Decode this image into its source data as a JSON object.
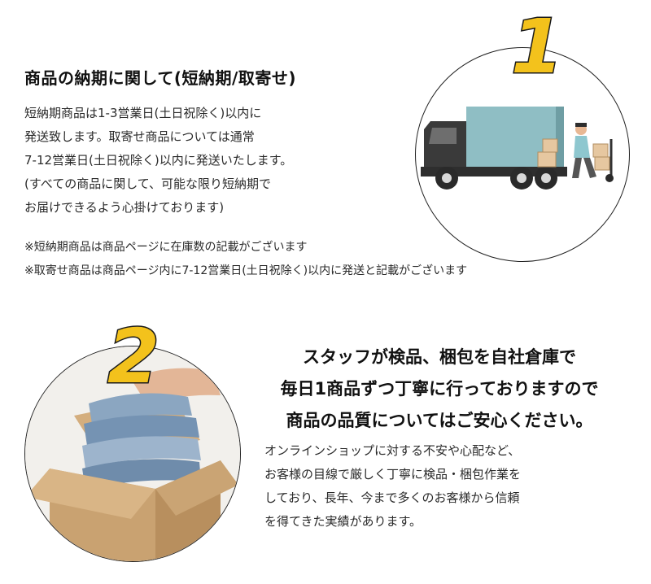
{
  "section1": {
    "badge": "1",
    "title": "商品の納期に関して(短納期/取寄せ)",
    "body_lines": [
      "短納期商品は1-3営業日(土日祝除く)以内に",
      "発送致します。取寄せ商品については通常",
      "7-12営業日(土日祝除く)以内に発送いたします。",
      "(すべての商品に関して、可能な限り短納期で",
      "お届けできるよう心掛けております)"
    ],
    "notes": [
      "※短納期商品は商品ページに在庫数の記載がございます",
      "※取寄せ商品は商品ページ内に7-12営業日(土日祝除く)以内に発送と記載がございます"
    ],
    "image": "delivery-truck-illustration"
  },
  "section2": {
    "badge": "2",
    "headline_lines": [
      "スタッフが検品、梱包を自社倉庫で",
      "毎日1商品ずつ丁寧に行っておりますので",
      "商品の品質についてはご安心ください。"
    ],
    "body_lines": [
      "オンラインショップに対する不安や心配など、",
      "お客様の目線で厳しく丁寧に検品・梱包作業を",
      "しており、長年、今まで多くのお客様から信頼",
      "を得てきた実績があります。"
    ],
    "image": "packing-jeans-box-photo"
  },
  "colors": {
    "badge_fill": "#f3c21c",
    "badge_outline": "#1a1a1a",
    "truck_cargo": "#8fbec4",
    "truck_cab": "#3a3a3a",
    "cardboard": "#c9a271"
  }
}
